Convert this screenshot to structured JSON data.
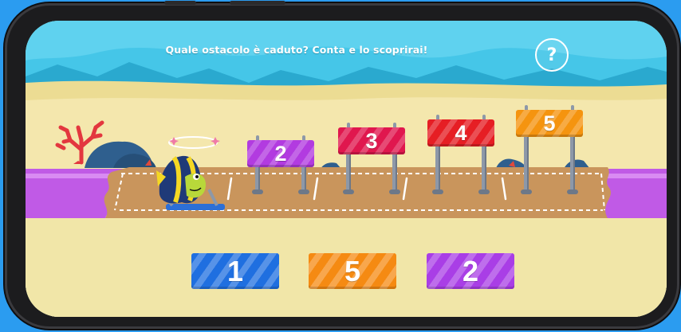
{
  "game": {
    "question": "Quale ostacolo è caduto? Conta e lo scoprirai!",
    "help_label": "?"
  },
  "hurdles": [
    {
      "label": "2",
      "color": "#b23be0"
    },
    {
      "label": "3",
      "color": "#e0174e"
    },
    {
      "label": "4",
      "color": "#e61e24"
    },
    {
      "label": "5",
      "color": "#f5940f"
    }
  ],
  "answers": [
    {
      "label": "1",
      "color": "#1f6fe0"
    },
    {
      "label": "5",
      "color": "#f58a12"
    },
    {
      "label": "2",
      "color": "#a93ee6"
    }
  ],
  "icons": [
    "help-icon",
    "fish-character",
    "coral",
    "starfish"
  ]
}
